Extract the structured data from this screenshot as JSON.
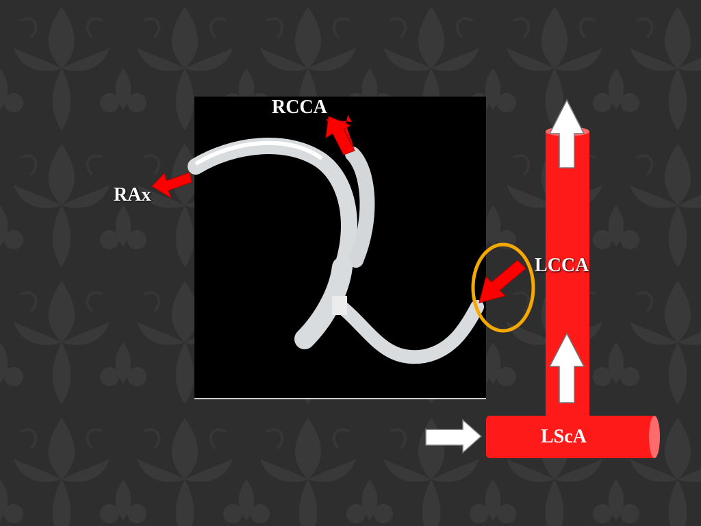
{
  "labels": {
    "rcca": "RCCA",
    "rax": "RAx",
    "lcca": "LCCA",
    "lsca": "LScA"
  },
  "colors": {
    "background": "#2e2e2e",
    "pattern": "#3a3a3a",
    "photo_background": "#000000",
    "graft_tube": "#e8eaec",
    "arrow_red": "#ff0000",
    "vessel_red": "#ff1a1a",
    "vessel_end": "#ff6a6a",
    "highlight_ring": "#f5a800",
    "flow_arrow": "#ffffff"
  },
  "icons": {
    "direction_arrows": "red-arrow-icon",
    "flow_arrows": "white-arrow-icon"
  }
}
